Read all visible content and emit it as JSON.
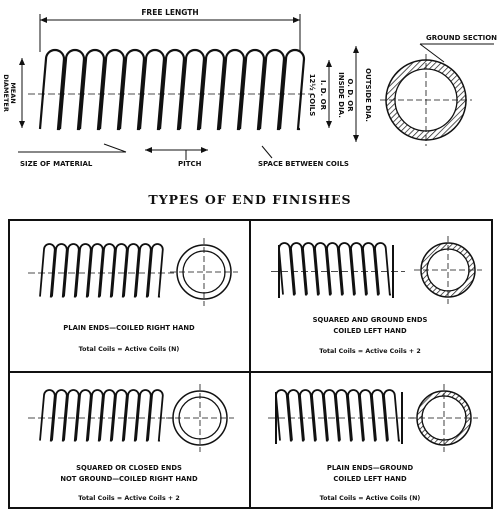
{
  "top": {
    "free_length": "FREE LENGTH",
    "mean_diameter_1": "MEAN",
    "mean_diameter_2": "DIAMETER",
    "coils": "12½ COILS",
    "id_1": "I. D. OR",
    "id_2": "INSIDE DIA.",
    "od_1": "O. D. OR",
    "od_2": "OUTSIDE DIA.",
    "size_of_material": "SIZE OF MATERIAL",
    "pitch": "PITCH",
    "space_between_coils": "SPACE BETWEEN COILS",
    "ground_section": "GROUND SECTION"
  },
  "section_title": "TYPES OF END FINISHES",
  "panels": [
    {
      "line1": "PLAIN ENDS—COILED RIGHT HAND",
      "line2": "",
      "formula": "Total Coils = Active Coils (N)"
    },
    {
      "line1": "SQUARED AND GROUND ENDS",
      "line2": "COILED LEFT HAND",
      "formula": "Total Coils = Active Coils + 2"
    },
    {
      "line1": "SQUARED OR CLOSED ENDS",
      "line2": "NOT GROUND—COILED RIGHT HAND",
      "formula": "Total Coils = Active Coils + 2"
    },
    {
      "line1": "PLAIN ENDS—GROUND",
      "line2": "COILED LEFT HAND",
      "formula": "Total Coils = Active Coils (N)"
    }
  ]
}
